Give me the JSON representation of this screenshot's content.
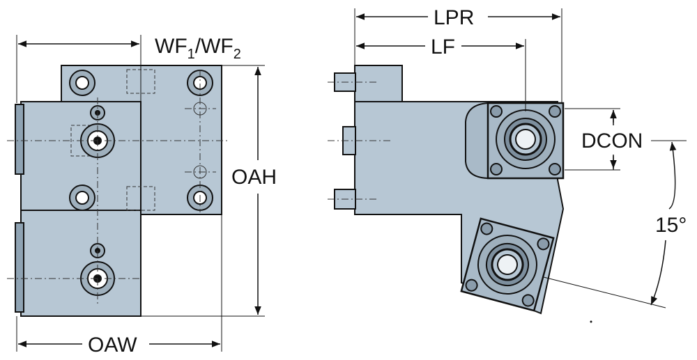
{
  "labels": {
    "wf": "WF",
    "wf_sub1": "1",
    "wf_slash": "/WF",
    "wf_sub2": "2",
    "oah": "OAH",
    "oaw": "OAW",
    "lpr": "LPR",
    "lf": "LF",
    "dcon": "DCON",
    "angle": "15°"
  },
  "colors": {
    "body": "#b7c7d4",
    "outline": "#111111",
    "background": "#ffffff"
  }
}
